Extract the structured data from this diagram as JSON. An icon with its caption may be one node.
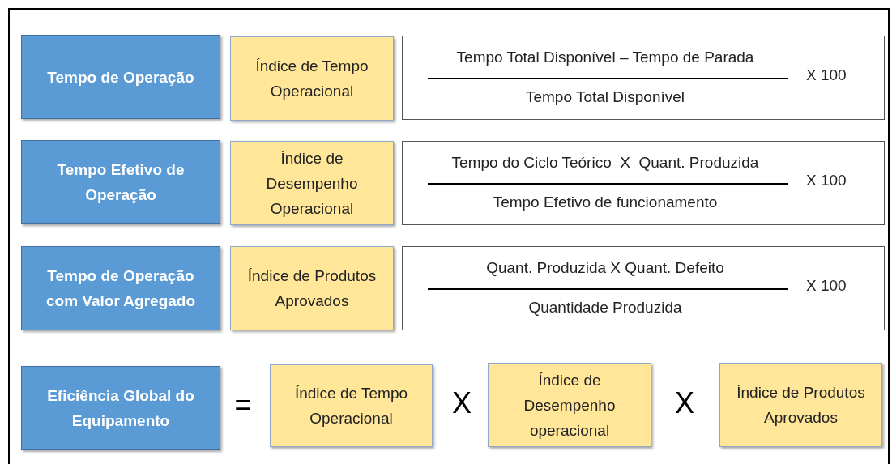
{
  "diagram": {
    "nodes": [
      {
        "text": [
          "Tempo de Operação"
        ]
      },
      {
        "text": [
          "Índice de Tempo Operacional"
        ]
      },
      {
        "text": [
          "Tempo Total Disponível – Tempo de Parada",
          "Tempo Total Disponível",
          "X 100"
        ]
      },
      {
        "text": [
          "Tempo Efetivo de Operação"
        ]
      },
      {
        "text": [
          "Índice de Desempenho Operacional"
        ]
      },
      {
        "text": [
          "Tempo do Ciclo Teórico  X  Quant. Produzida",
          "Tempo Efetivo de funcionamento",
          "X 100"
        ]
      },
      {
        "text": [
          "Tempo de Operação com Valor Agregado"
        ]
      },
      {
        "text": [
          "Índice de Produtos Aprovados"
        ]
      },
      {
        "text": [
          "Quant. Produzida X Quant. Defeito",
          "Quantidade Produzida",
          "X 100"
        ]
      },
      {
        "text": [
          "Eficiência Global do Equipamento"
        ]
      },
      {
        "text": [
          "Índice de Tempo Operacional"
        ]
      },
      {
        "text": [
          "Índice de Desempenho operacional"
        ]
      },
      {
        "text": [
          "Índice de Produtos Aprovados"
        ]
      }
    ],
    "labels": [
      "=",
      "X",
      "X"
    ]
  }
}
